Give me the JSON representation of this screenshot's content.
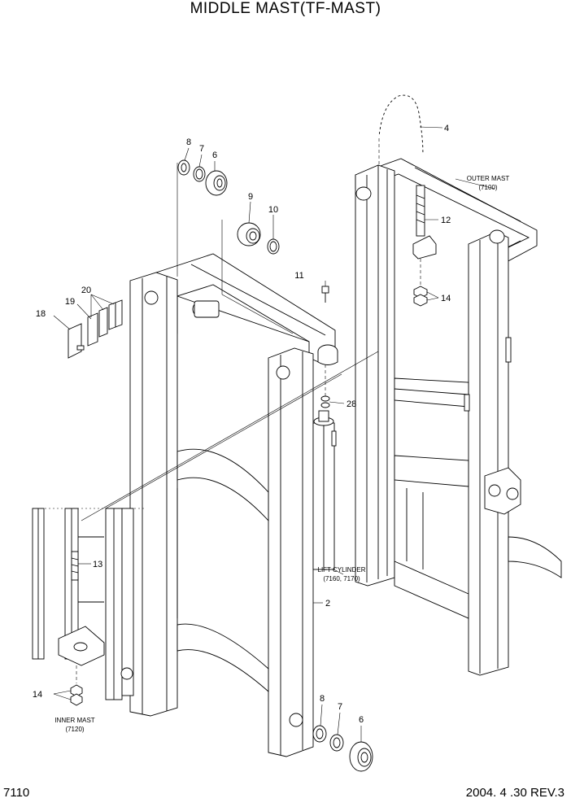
{
  "title": "MIDDLE MAST(TF-MAST)",
  "page_code": "7110",
  "revision": "2004. 4 .30 REV.3",
  "colors": {
    "ink": "#000000",
    "paper": "#ffffff"
  },
  "assemblies": {
    "outer_mast": {
      "name": "OUTER MAST",
      "code": "(7100)"
    },
    "inner_mast": {
      "name": "INNER MAST",
      "code": "(7120)"
    },
    "lift_cylinder": {
      "name": "LIFT CYLINDER",
      "code": "(7160, 7170)"
    }
  },
  "callouts": {
    "c8a": "8",
    "c7a": "7",
    "c6a": "6",
    "c9": "9",
    "c10": "10",
    "c4": "4",
    "c11": "11",
    "c12": "12",
    "c14a": "14",
    "c20": "20",
    "c19": "19",
    "c18": "18",
    "c28": "28",
    "c13": "13",
    "c2": "2",
    "c14b": "14",
    "c8b": "8",
    "c7b": "7",
    "c6b": "6"
  }
}
